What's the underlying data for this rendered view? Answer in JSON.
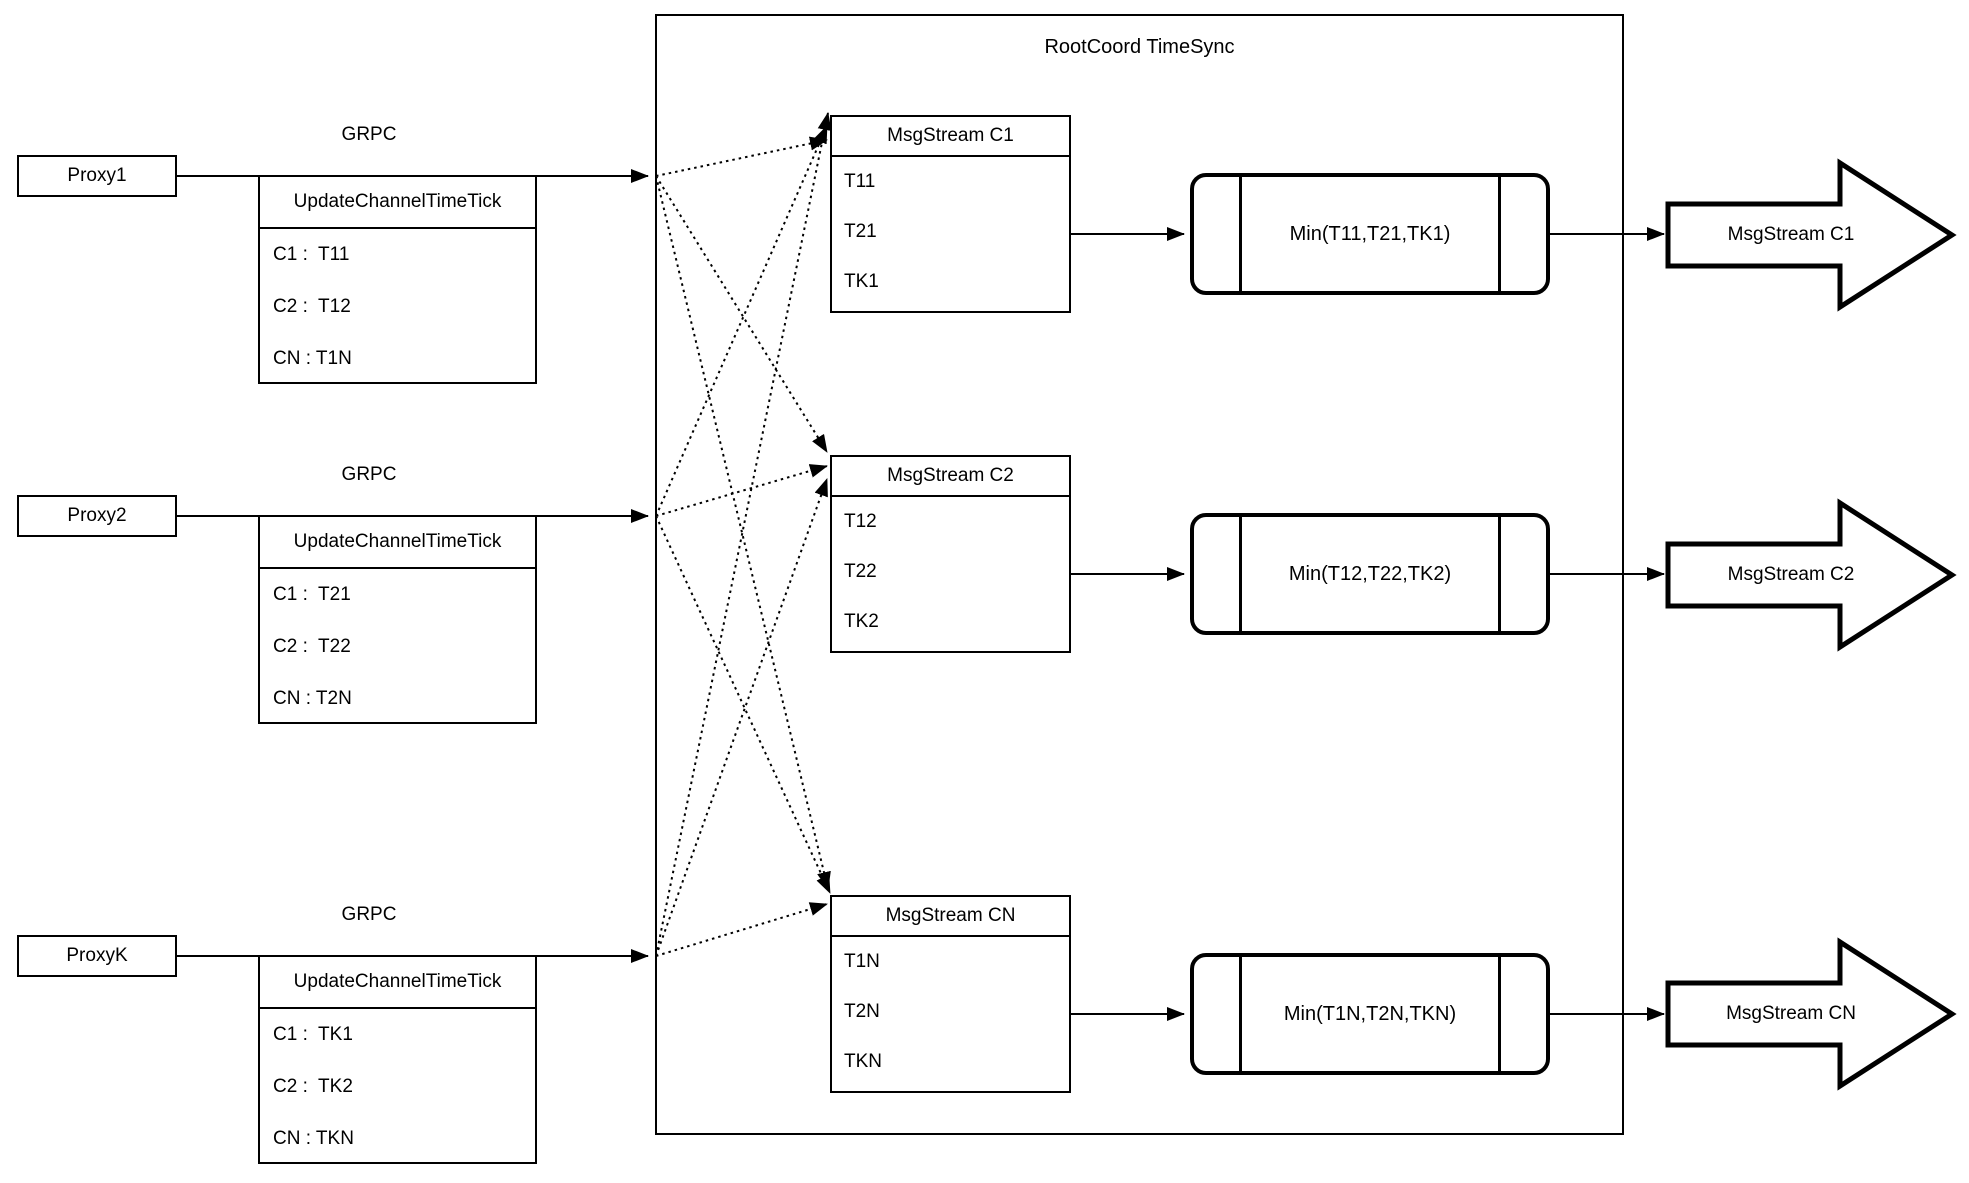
{
  "colors": {
    "stroke": "#000000",
    "fill": "#ffffff"
  },
  "diagram": {
    "container_title": "RootCoord TimeSync",
    "rows": [
      {
        "proxy_label": "Proxy1",
        "grpc_label": "GRPC",
        "update_table": {
          "title": "UpdateChannelTimeTick",
          "rows": [
            "C1 :  T11",
            "C2 :  T12",
            "CN : T1N"
          ]
        },
        "msgstream_table": {
          "title": "MsgStream C1",
          "rows": [
            "T11",
            "T21",
            "TK1"
          ]
        },
        "min_label": "Min(T11,T21,TK1)",
        "output_label": "MsgStream C1"
      },
      {
        "proxy_label": "Proxy2",
        "grpc_label": "GRPC",
        "update_table": {
          "title": "UpdateChannelTimeTick",
          "rows": [
            "C1 :  T21",
            "C2 :  T22",
            "CN : T2N"
          ]
        },
        "msgstream_table": {
          "title": "MsgStream C2",
          "rows": [
            "T12",
            "T22",
            "TK2"
          ]
        },
        "min_label": "Min(T12,T22,TK2)",
        "output_label": "MsgStream C2"
      },
      {
        "proxy_label": "ProxyK",
        "grpc_label": "GRPC",
        "update_table": {
          "title": "UpdateChannelTimeTick",
          "rows": [
            "C1 :  TK1",
            "C2 :  TK2",
            "CN : TKN"
          ]
        },
        "msgstream_table": {
          "title": "MsgStream CN",
          "rows": [
            "T1N",
            "T2N",
            "TKN"
          ]
        },
        "min_label": "Min(T1N,T2N,TKN)",
        "output_label": "MsgStream CN"
      }
    ]
  }
}
